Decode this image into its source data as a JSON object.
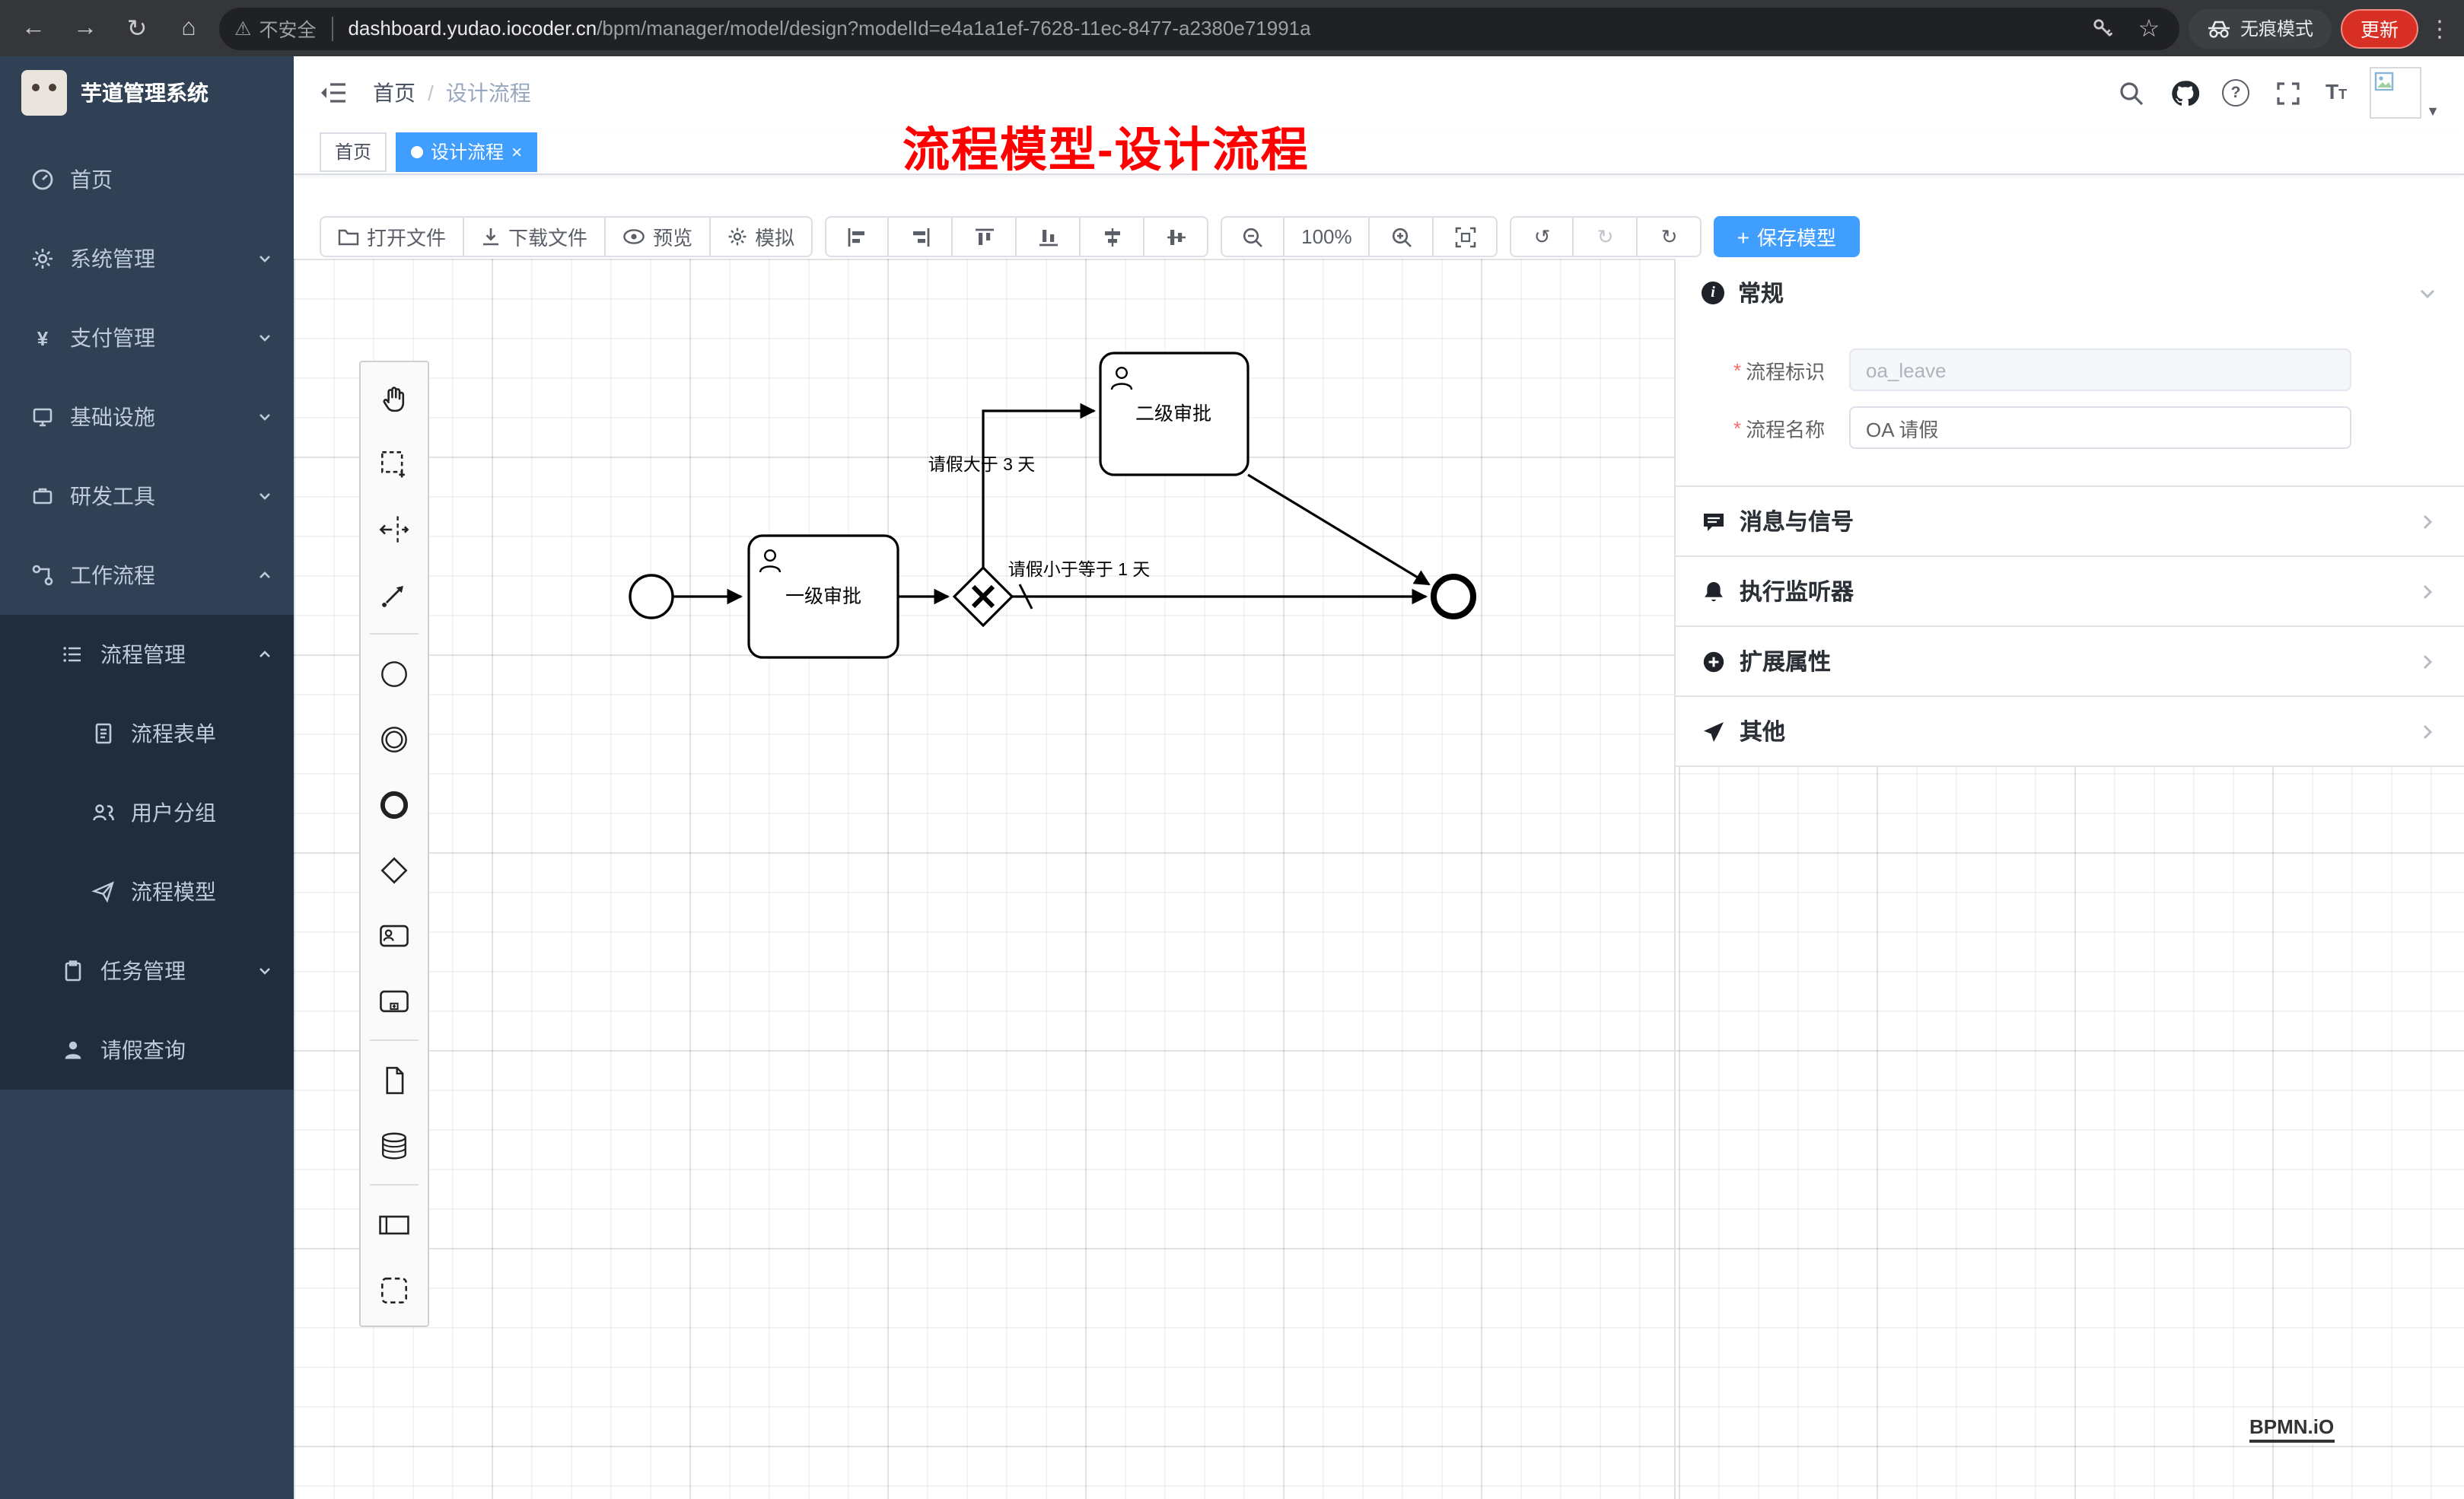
{
  "browser": {
    "security_label": "不安全",
    "url_host": "dashboard.yudao.iocoder.cn",
    "url_path": "/bpm/manager/model/design?modelId=e4a1a1ef-7628-11ec-8477-a2380e71991a",
    "incognito_label": "无痕模式",
    "update_label": "更新"
  },
  "sidebar": {
    "app_title": "芋道管理系统",
    "items": [
      {
        "label": "首页"
      },
      {
        "label": "系统管理"
      },
      {
        "label": "支付管理"
      },
      {
        "label": "基础设施"
      },
      {
        "label": "研发工具"
      },
      {
        "label": "工作流程"
      },
      {
        "label": "流程管理"
      },
      {
        "label": "流程表单"
      },
      {
        "label": "用户分组"
      },
      {
        "label": "流程模型"
      },
      {
        "label": "任务管理"
      },
      {
        "label": "请假查询"
      }
    ]
  },
  "header": {
    "breadcrumb_home": "首页",
    "breadcrumb_sep": "/",
    "breadcrumb_current": "设计流程",
    "annotation": "流程模型-设计流程",
    "annotation_color": "#ff0000"
  },
  "tabs": {
    "home": "首页",
    "design": "设计流程",
    "close_glyph": "×"
  },
  "toolbar": {
    "open_file": "打开文件",
    "download_file": "下载文件",
    "preview": "预览",
    "simulate": "模拟",
    "zoom_level": "100%",
    "save_plus": "+",
    "save_label": "保存模型"
  },
  "diagram": {
    "task1": "一级审批",
    "task2": "二级审批",
    "label_gt": "请假大于 3 天",
    "label_le": "请假小于等于 1 天",
    "watermark": "BPMN.iO"
  },
  "panel": {
    "required_marker": "*",
    "general_title": "常规",
    "field_key_label": "流程标识",
    "field_key_value": "oa_leave",
    "field_name_label": "流程名称",
    "field_name_value": "OA 请假",
    "sections": {
      "messages": "消息与信号",
      "listeners": "执行监听器",
      "ext_attrs": "扩展属性",
      "others": "其他"
    }
  },
  "colors": {
    "accent": "#409eff",
    "sidebar_bg": "#304156",
    "submenu_bg": "#1f2d3d",
    "annotation_red": "#ff0000"
  }
}
